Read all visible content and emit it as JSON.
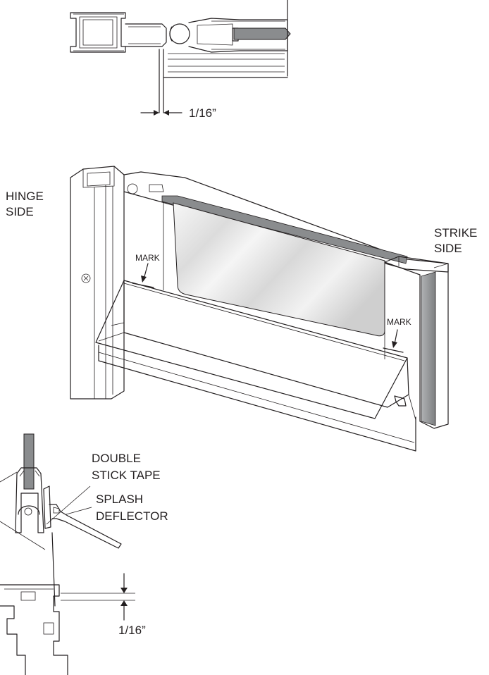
{
  "labels": {
    "top_dim": "1/16”",
    "hinge": "HINGE",
    "hinge_side": "SIDE",
    "strike": "STRIKE",
    "strike_side": "SIDE",
    "mark_left": "MARK",
    "mark_right": "MARK",
    "tape_line1": "DOUBLE",
    "tape_line2": "STICK TAPE",
    "splash_line1": "SPLASH",
    "splash_line2": "DEFLECTOR",
    "bottom_dim": "1/16”"
  },
  "colors": {
    "line": "#231f20",
    "gray_fill": "#8a8c8e",
    "glass_light": "#f4f4f4",
    "glass_mid": "#d9d9d9"
  }
}
